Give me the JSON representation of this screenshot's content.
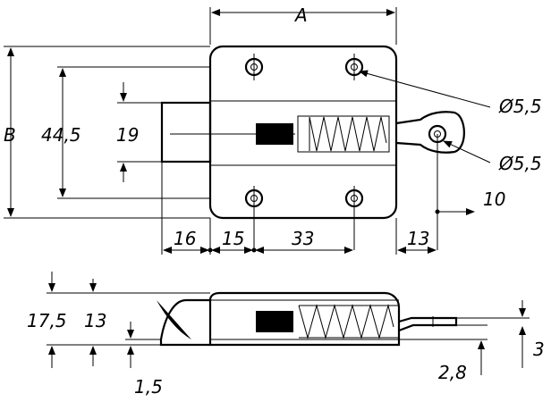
{
  "top_view": {
    "dim_A": "A",
    "dim_B": "B",
    "dim_height_outer": "44,5",
    "dim_height_inner": "19",
    "hole_diameter_plate": "Ø5,5",
    "hole_diameter_eye": "Ø5,5",
    "dim_eye_offset": "10",
    "dim_bottom": [
      "16",
      "15",
      "33",
      "13"
    ]
  },
  "side_view": {
    "dim_total_height": "17,5",
    "dim_body_height": "13",
    "dim_base": "1,5",
    "dim_tab_offset": "2,8",
    "dim_tab_thickness": "3"
  }
}
